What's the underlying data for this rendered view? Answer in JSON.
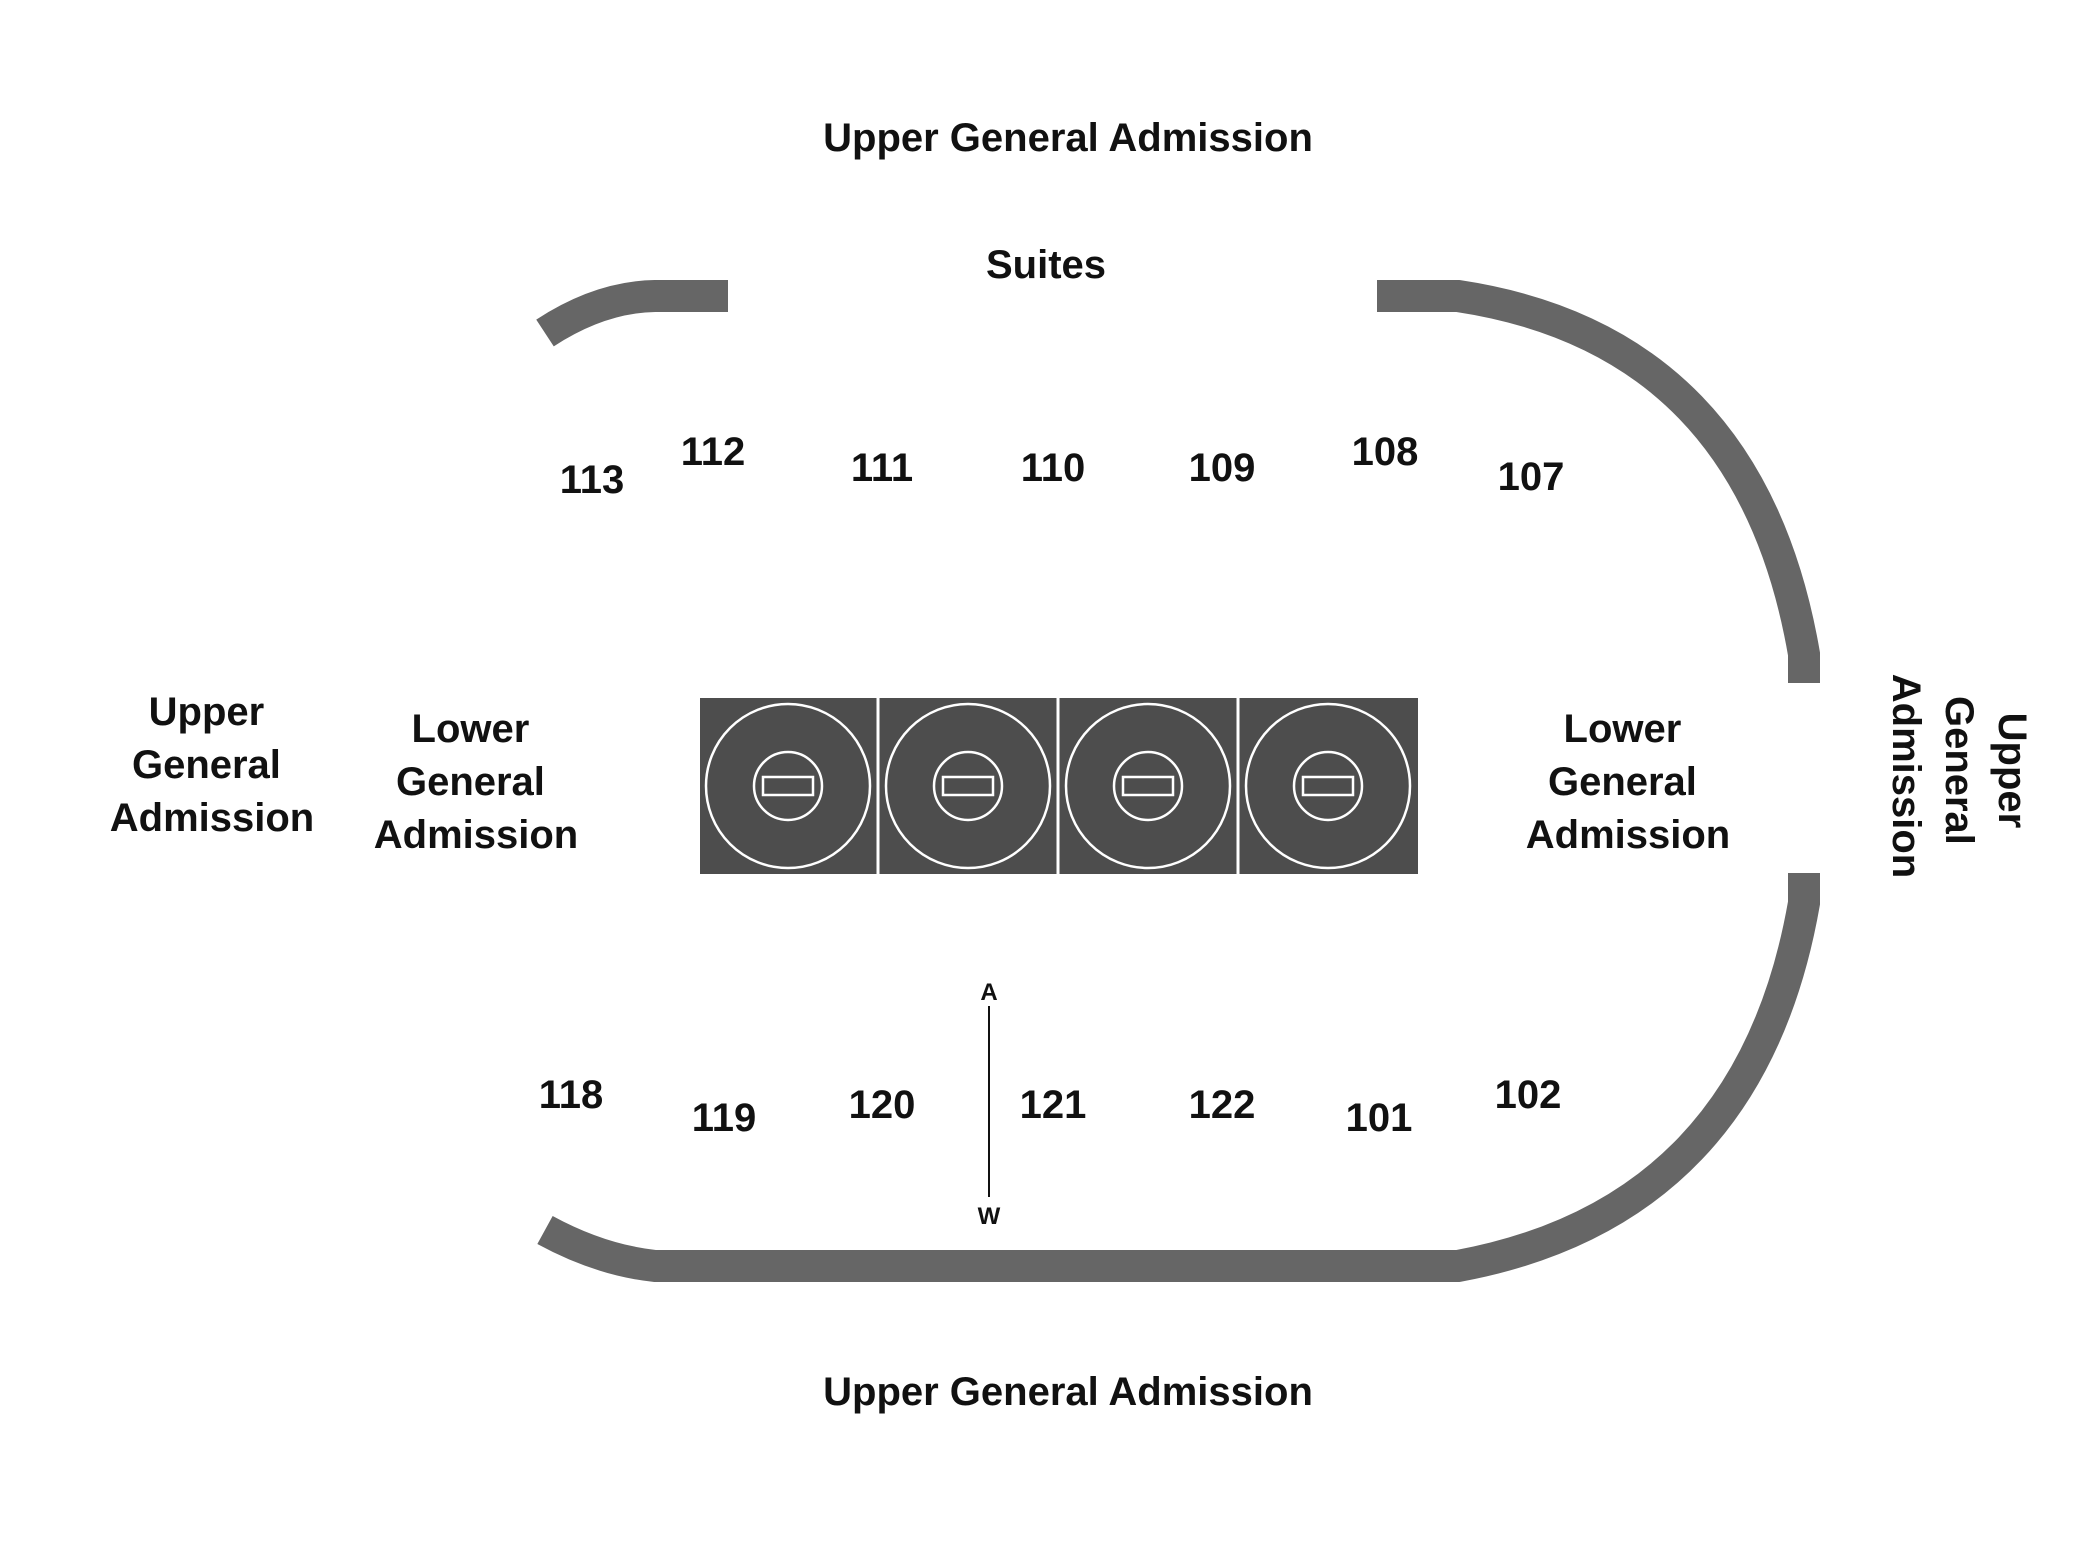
{
  "colors": {
    "background": "#ffffff",
    "wall": "#666666",
    "mat": "#4d4d4d",
    "mat_lines": "#ffffff",
    "text": "#111111"
  },
  "areas": {
    "upper_top": "Upper General Admission",
    "upper_bottom": "Upper General Admission",
    "suites": "Suites",
    "upper_left": [
      "Upper",
      "General",
      "Admission"
    ],
    "upper_right": [
      "Upper",
      "General",
      "Admission"
    ],
    "lower_left": [
      "Lower",
      "General",
      "Admission"
    ],
    "lower_right": [
      "Lower",
      "General",
      "Admission"
    ]
  },
  "sections_top": [
    "113",
    "112",
    "111",
    "110",
    "109",
    "108",
    "107"
  ],
  "sections_bottom": [
    "118",
    "119",
    "120",
    "121",
    "122",
    "101",
    "102"
  ],
  "direction": {
    "top": "A",
    "bottom": "W"
  },
  "mats": {
    "count": 4
  }
}
